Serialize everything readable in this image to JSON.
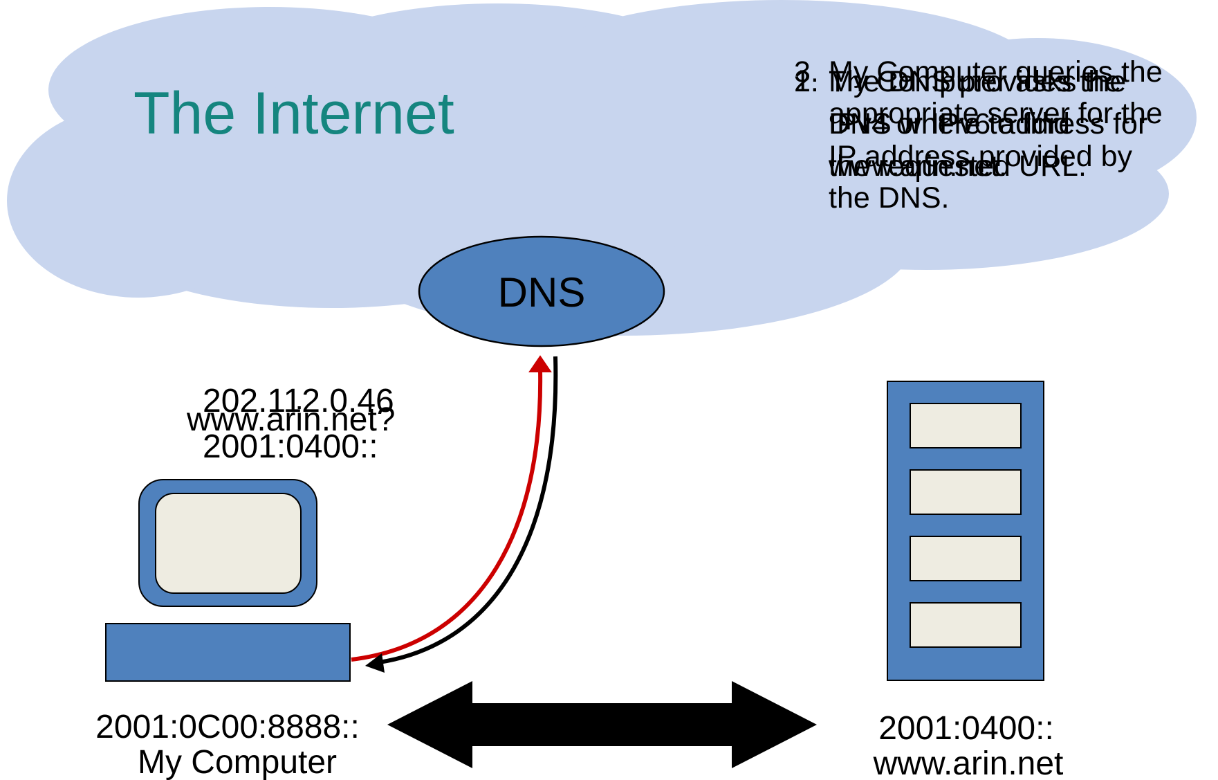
{
  "cloud": {
    "title": "The Internet",
    "fill": "#c8d5ee"
  },
  "dns": {
    "label": "DNS",
    "fill": "#4f81bd"
  },
  "steps": [
    {
      "number": "1.",
      "lines": [
        "My Computer asks the",
        "DNS where to find",
        "www.arin.net."
      ]
    },
    {
      "number": "2.",
      "lines": [
        "The DNS provides the",
        "IPv4 or IPv6 address for",
        "the requested URL."
      ]
    },
    {
      "number": "3.",
      "lines": [
        "My Computer queries the",
        "appropriate server for the",
        "IP address provided by",
        "the DNS."
      ]
    }
  ],
  "query": {
    "ipv4": "202.112.0.46",
    "question": "www.arin.net?",
    "ipv6": "2001:0400::"
  },
  "my_computer": {
    "address": "2001:0C00:8888::",
    "name": "My Computer"
  },
  "server": {
    "address": "2001:0400::",
    "name": "www.arin.net"
  },
  "colors": {
    "device_fill": "#4f81bd",
    "screen_fill": "#eeece1",
    "request_arrow": "#cc0000",
    "response_arrow": "#000000"
  }
}
